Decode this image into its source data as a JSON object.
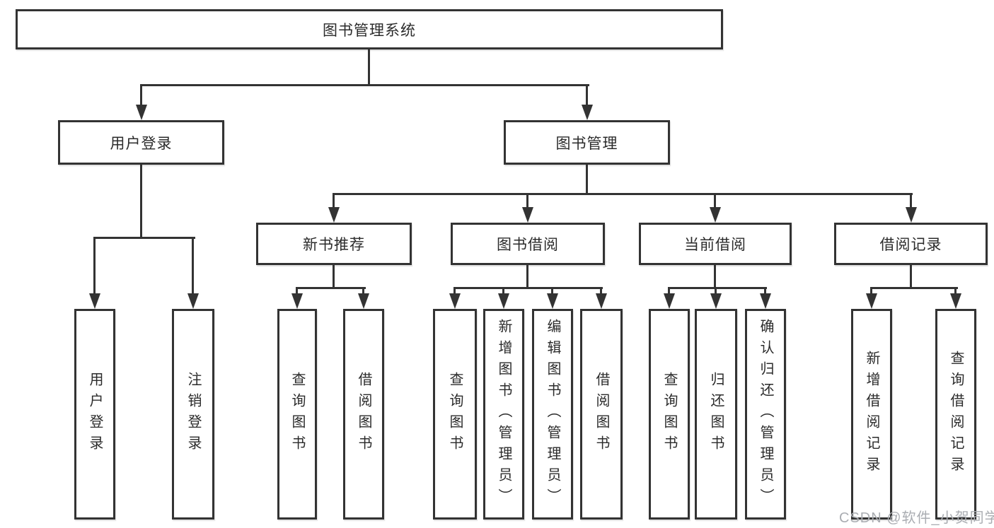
{
  "tree": {
    "label": "图书管理系统",
    "children": [
      {
        "label": "用户登录",
        "children": [
          {
            "label": "用户登录"
          },
          {
            "label": "注销登录"
          }
        ]
      },
      {
        "label": "图书管理",
        "children": [
          {
            "label": "新书推荐",
            "children": [
              {
                "label": "查询图书"
              },
              {
                "label": "借阅图书"
              }
            ]
          },
          {
            "label": "图书借阅",
            "children": [
              {
                "label": "查询图书"
              },
              {
                "label": "新增图书（管理员）"
              },
              {
                "label": "编辑图书（管理员）"
              },
              {
                "label": "借阅图书"
              }
            ]
          },
          {
            "label": "当前借阅",
            "children": [
              {
                "label": "查询图书"
              },
              {
                "label": "归还图书"
              },
              {
                "label": "确认归还（管理员）"
              }
            ]
          },
          {
            "label": "借阅记录",
            "children": [
              {
                "label": "新增借阅记录"
              },
              {
                "label": "查询借阅记录"
              }
            ]
          }
        ]
      }
    ]
  },
  "watermark": {
    "text": "CSDN @软件_小贺同学"
  },
  "colors": {
    "line": "#333333",
    "box_border": "#333333",
    "box_fill": "#ffffff",
    "text": "#2b2b2b",
    "watermark": "#aaadb2",
    "background": "#ffffff"
  }
}
